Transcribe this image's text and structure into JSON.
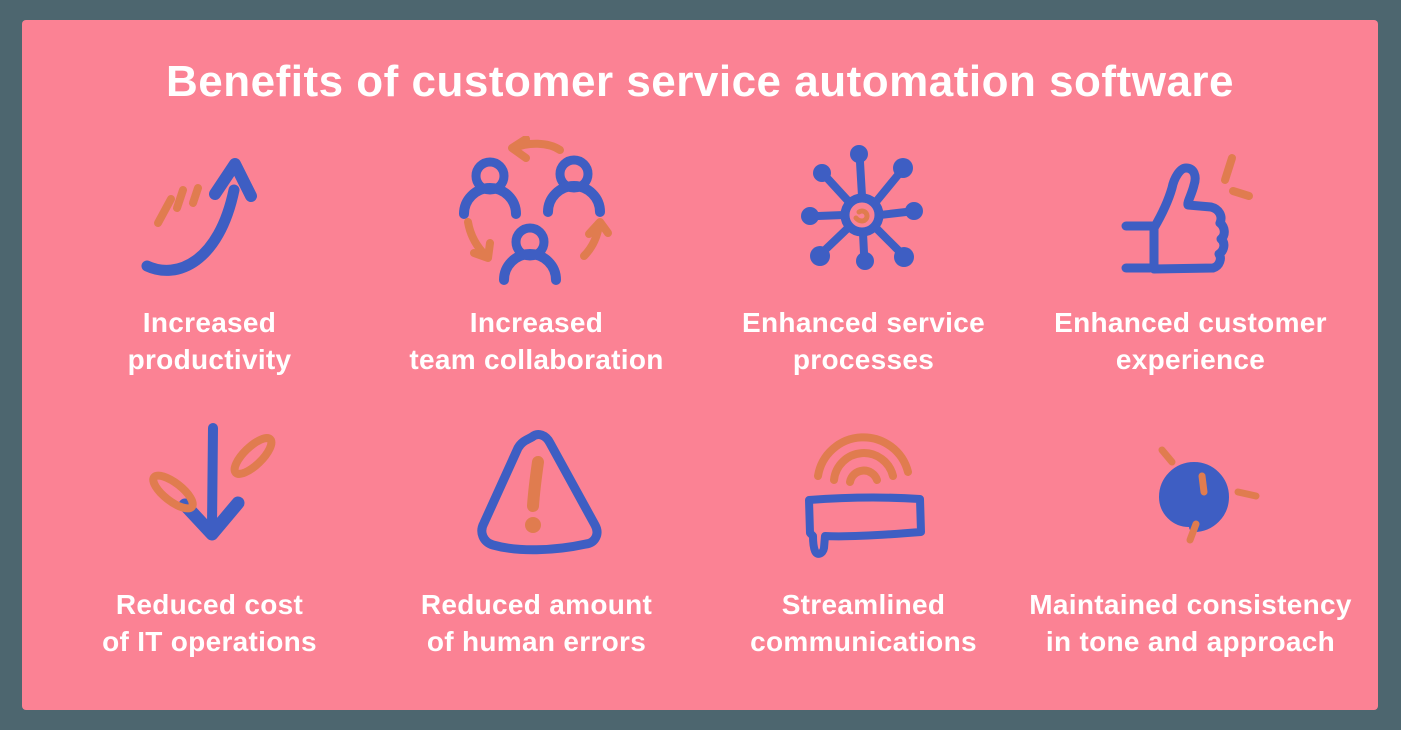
{
  "title": "Benefits of customer service automation software",
  "colors": {
    "outer_background": "#4D666F",
    "panel_background": "#FB8294",
    "text": "#FFFFFF",
    "icon_blue": "#3E5EC3",
    "icon_orange": "#E07C4F"
  },
  "benefits": [
    {
      "icon": "growth-arrow-icon",
      "lines": [
        "Increased",
        "productivity"
      ]
    },
    {
      "icon": "team-cycle-icon",
      "lines": [
        "Increased",
        "team collaboration"
      ]
    },
    {
      "icon": "network-hub-icon",
      "lines": [
        "Enhanced service",
        "processes"
      ]
    },
    {
      "icon": "thumbs-up-icon",
      "lines": [
        "Enhanced customer",
        "experience"
      ]
    },
    {
      "icon": "down-arrow-leaves-icon",
      "lines": [
        "Reduced cost",
        "of IT operations"
      ]
    },
    {
      "icon": "warning-triangle-icon",
      "lines": [
        "Reduced amount",
        "of human errors"
      ]
    },
    {
      "icon": "chat-broadcast-icon",
      "lines": [
        "Streamlined",
        "communications"
      ]
    },
    {
      "icon": "spiral-icon",
      "lines": [
        "Maintained consistency",
        "in tone and approach"
      ]
    }
  ]
}
